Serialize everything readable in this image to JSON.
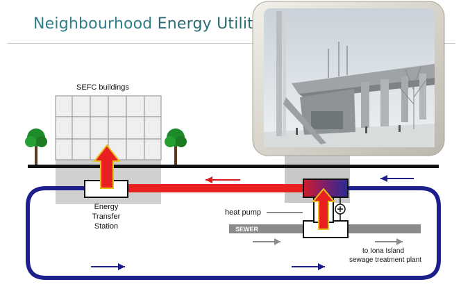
{
  "title": {
    "word1": "Neighbourhood",
    "word2": "Energy Utility"
  },
  "labels": {
    "sefc_buildings": "SEFC buildings",
    "ets_line1": "Energy",
    "ets_line2": "Transfer",
    "ets_line3": "Station",
    "heat_pump": "heat pump",
    "sewer": "SEWER",
    "dest_line1": "to Iona Island",
    "dest_line2": "sewage treatment plant"
  },
  "icons": {
    "pump": "plus-circle-icon",
    "tree": "tree-icon",
    "arrow": "flow-arrow-icon"
  },
  "colors": {
    "hot": "#e82020",
    "cold": "#1d1f8c",
    "ground": "#111111",
    "title": "#2f7f8a",
    "building": "#c8c8c8",
    "sewer": "#8a8a8a"
  }
}
